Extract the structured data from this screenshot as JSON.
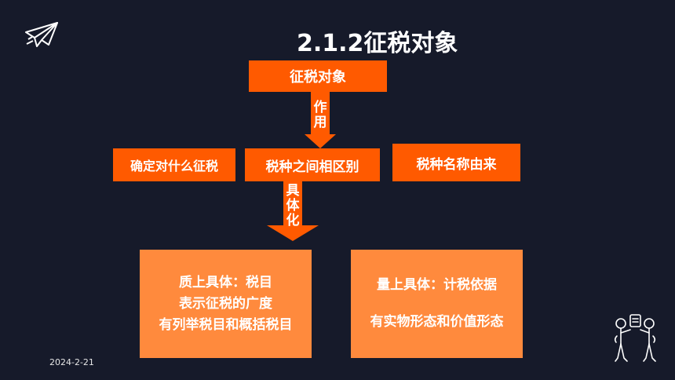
{
  "slide": {
    "title": "2.1.2征税对象",
    "date": "2024-2-21"
  },
  "diagram": {
    "top_node": "征税对象",
    "arrow_1_label": [
      "作",
      "用"
    ],
    "middle_nodes": [
      "确定对什么征税",
      "税种之间相区别",
      "税种名称由来"
    ],
    "arrow_2_label": [
      "具",
      "体",
      "化"
    ],
    "left_detail": {
      "lines": [
        "质上具体：税目",
        "表示征税的广度",
        "有列举税目和概括税目"
      ]
    },
    "right_detail": {
      "line_1": "量上具体：计税依据",
      "line_2": "有实物形态和价值形态"
    }
  },
  "colors": {
    "background": "#161a2a",
    "orange_dark": "#ff5a00",
    "orange_light": "#ff8a3d"
  },
  "icons": [
    "paper-plane-icon",
    "people-discussion-icon"
  ]
}
